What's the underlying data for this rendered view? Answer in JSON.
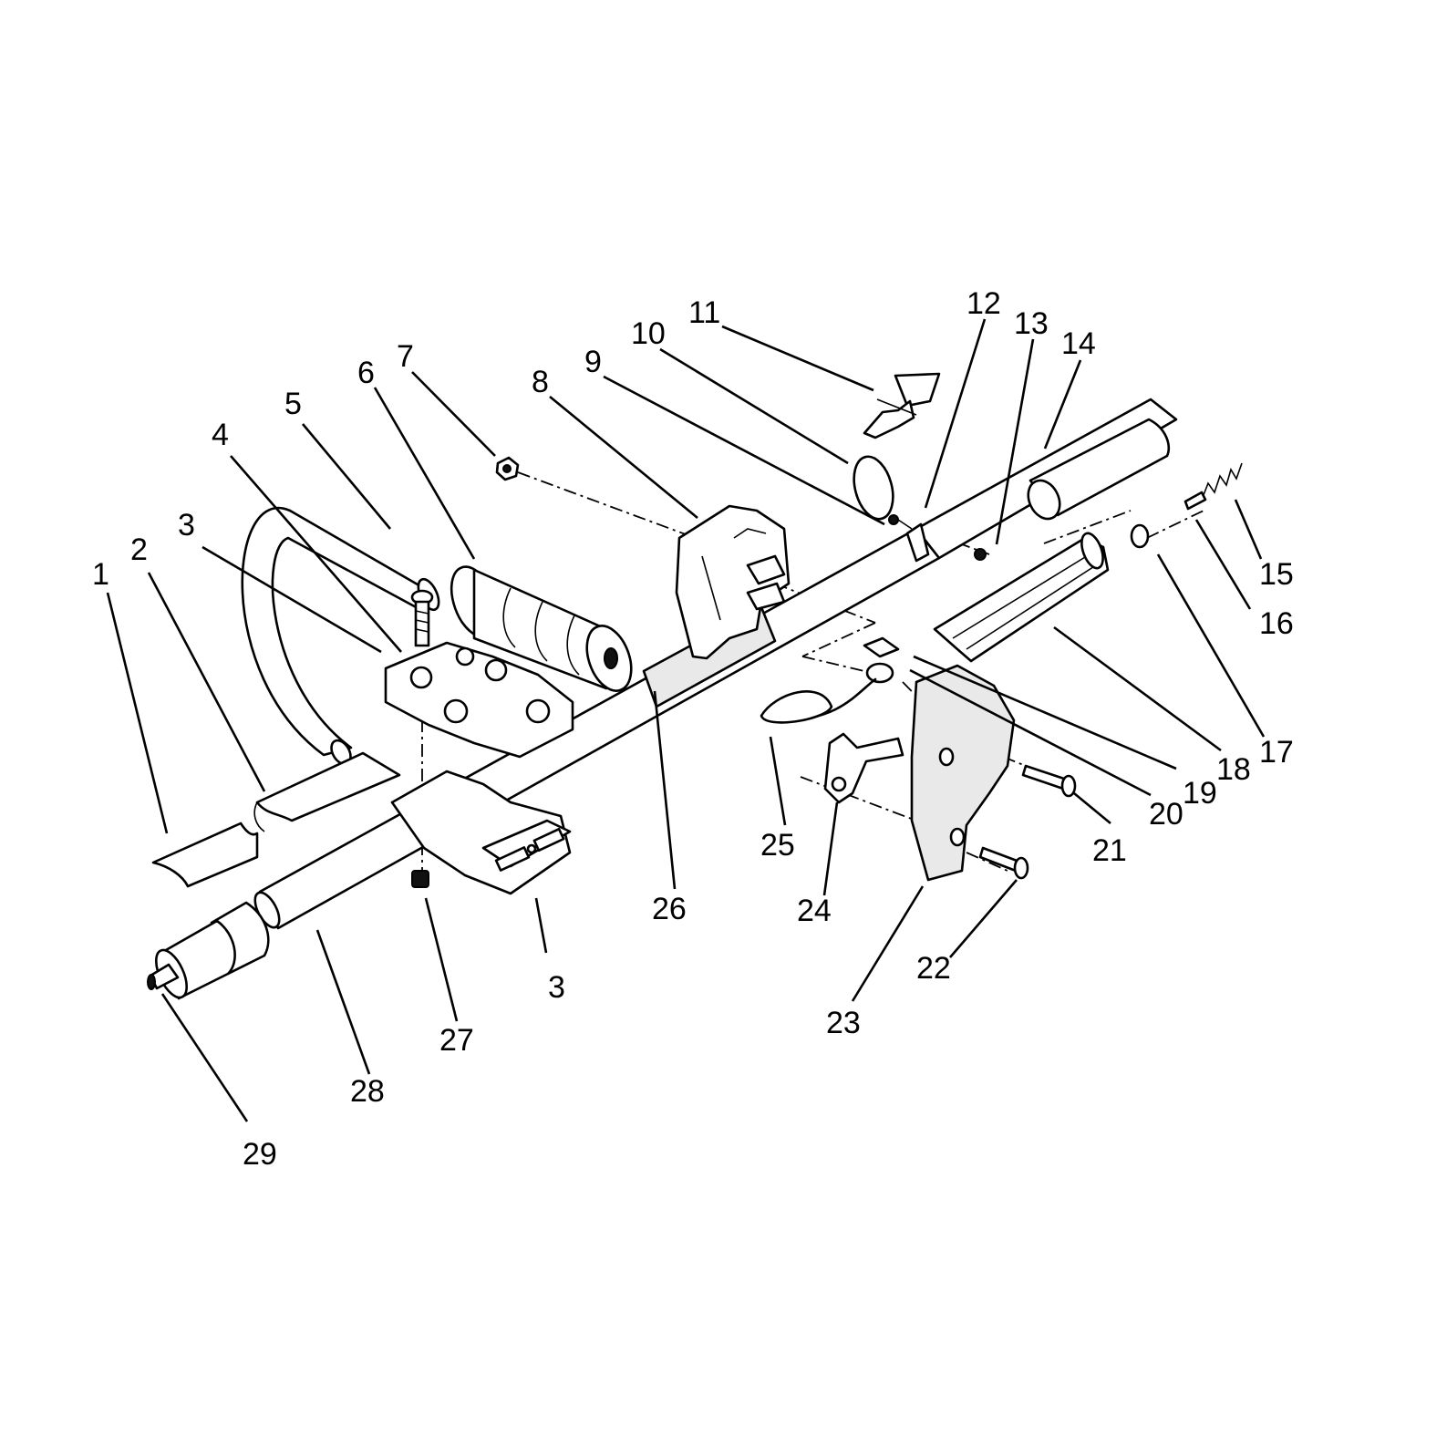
{
  "diagram": {
    "callouts": [
      "1",
      "2",
      "3",
      "3",
      "4",
      "5",
      "6",
      "7",
      "8",
      "9",
      "10",
      "11",
      "12",
      "13",
      "14",
      "15",
      "16",
      "17",
      "18",
      "19",
      "20",
      "21",
      "22",
      "23",
      "24",
      "25",
      "26",
      "27",
      "28",
      "29"
    ]
  }
}
